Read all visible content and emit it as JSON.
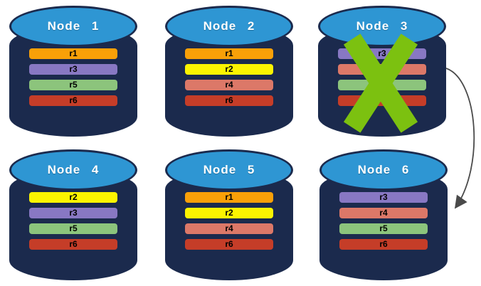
{
  "figure": {
    "background": "#ffffff",
    "failure_mark": {
      "node": "Node 3",
      "symbol": "X",
      "color": "#7cc110"
    },
    "arrow": {
      "from": "Node 3",
      "to": "Node 6",
      "color": "#4a4a4a"
    }
  },
  "colors": {
    "cylinder_body": "#1b2a4d",
    "cylinder_top": "#2e96d3",
    "title_text": "#ffffff",
    "bar_text": "#000000"
  },
  "nodes": [
    {
      "title": "Node 1",
      "replicas": [
        {
          "label": "r1",
          "color": "#f9a008"
        },
        {
          "label": "r3",
          "color": "#8878c3"
        },
        {
          "label": "r5",
          "color": "#8cc47c"
        },
        {
          "label": "r6",
          "color": "#c53d28"
        }
      ]
    },
    {
      "title": "Node 2",
      "replicas": [
        {
          "label": "r1",
          "color": "#f9a008"
        },
        {
          "label": "r2",
          "color": "#fcf400"
        },
        {
          "label": "r4",
          "color": "#dc7868"
        },
        {
          "label": "r6",
          "color": "#c53d28"
        }
      ]
    },
    {
      "title": "Node 3",
      "failed": true,
      "replicas": [
        {
          "label": "r3",
          "color": "#8878c3"
        },
        {
          "label": "r4",
          "color": "#dc7868"
        },
        {
          "label": "r5",
          "color": "#8cc47c"
        },
        {
          "label": "r6",
          "color": "#c53d28"
        }
      ]
    },
    {
      "title": "Node 4",
      "replicas": [
        {
          "label": "r2",
          "color": "#fcf400"
        },
        {
          "label": "r3",
          "color": "#8878c3"
        },
        {
          "label": "r5",
          "color": "#8cc47c"
        },
        {
          "label": "r6",
          "color": "#c53d28"
        }
      ]
    },
    {
      "title": "Node 5",
      "replicas": [
        {
          "label": "r1",
          "color": "#f9a008"
        },
        {
          "label": "r2",
          "color": "#fcf400"
        },
        {
          "label": "r4",
          "color": "#dc7868"
        },
        {
          "label": "r6",
          "color": "#c53d28"
        }
      ]
    },
    {
      "title": "Node 6",
      "replicas": [
        {
          "label": "r3",
          "color": "#8878c3"
        },
        {
          "label": "r4",
          "color": "#dc7868"
        },
        {
          "label": "r5",
          "color": "#8cc47c"
        },
        {
          "label": "r6",
          "color": "#c53d28"
        }
      ]
    }
  ]
}
